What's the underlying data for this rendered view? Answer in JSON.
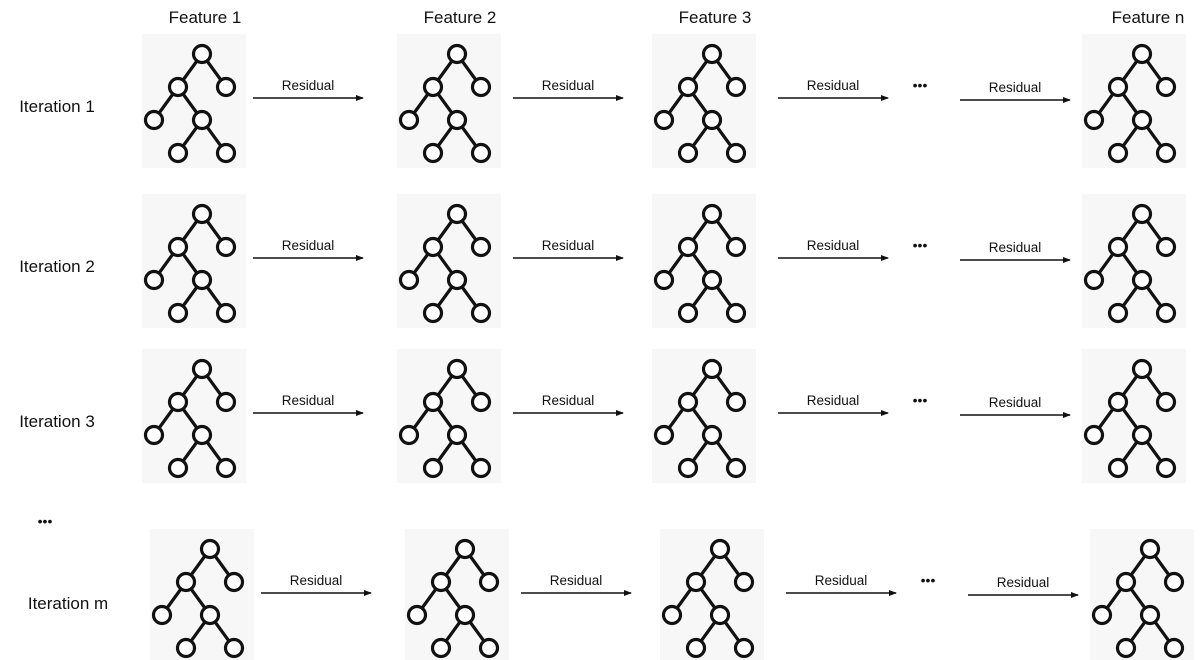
{
  "columns": [
    {
      "label": "Feature 1"
    },
    {
      "label": "Feature 2"
    },
    {
      "label": "Feature 3"
    },
    {
      "label": "Feature n"
    }
  ],
  "rows": [
    {
      "label": "Iteration 1"
    },
    {
      "label": "Iteration 2"
    },
    {
      "label": "Iteration 3"
    },
    {
      "label": "Iteration m"
    }
  ],
  "row_gap_marker": "•••",
  "connector": {
    "label": "Residual",
    "gap_marker": "•••"
  },
  "node_icon": "binary-tree-icon",
  "colors": {
    "ink": "#111111",
    "tile_bg": "#f7f7f7"
  }
}
